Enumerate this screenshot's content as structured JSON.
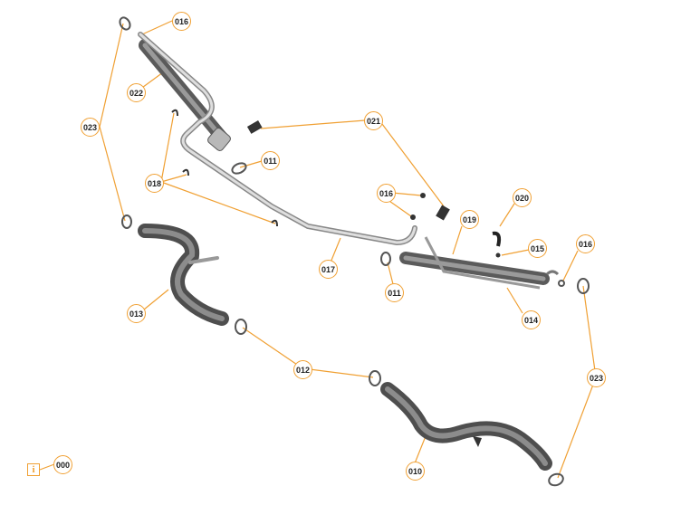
{
  "accent_color": "#f0a033",
  "callouts": [
    {
      "label": "016"
    },
    {
      "label": "022"
    },
    {
      "label": "023"
    },
    {
      "label": "021"
    },
    {
      "label": "011"
    },
    {
      "label": "018"
    },
    {
      "label": "016"
    },
    {
      "label": "019"
    },
    {
      "label": "020"
    },
    {
      "label": "015"
    },
    {
      "label": "016"
    },
    {
      "label": "017"
    },
    {
      "label": "011"
    },
    {
      "label": "014"
    },
    {
      "label": "013"
    },
    {
      "label": "012"
    },
    {
      "label": "023"
    },
    {
      "label": "010"
    },
    {
      "label": "000"
    }
  ],
  "info_icon": "info-icon"
}
